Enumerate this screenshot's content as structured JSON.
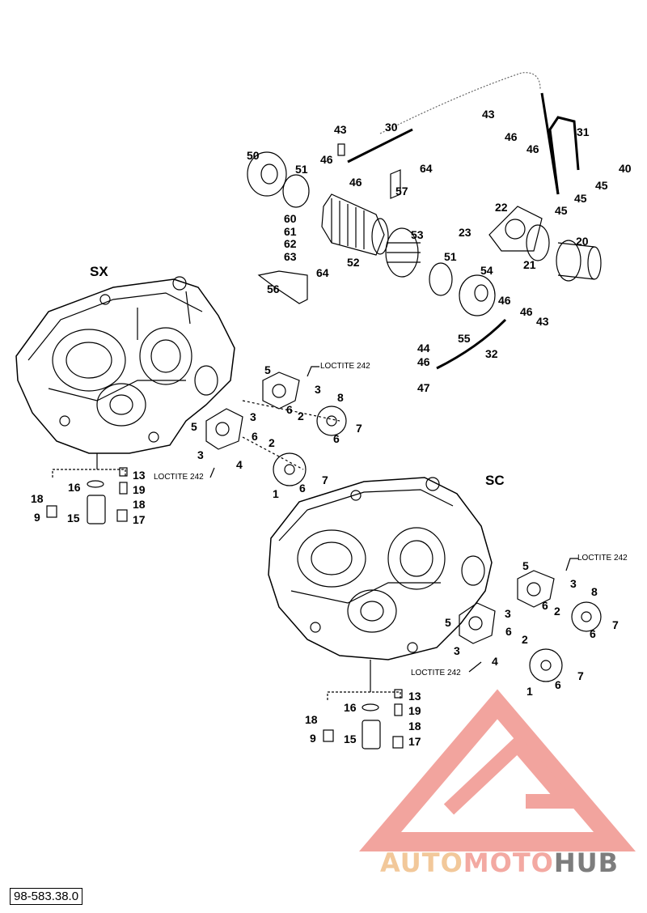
{
  "diagram": {
    "title_sx": "SX",
    "title_sc": "SC",
    "loctite_text": "LOCTITE 242",
    "document_id": "98-583.38.0",
    "watermark": {
      "part1": "AUTO",
      "part2": "MOTO",
      "part3": "HUB",
      "colors": [
        "#f2c89a",
        "#f3a9a2",
        "#7d7d7d"
      ]
    },
    "callouts": [
      {
        "id": "c43a",
        "text": "43"
      },
      {
        "id": "c30",
        "text": "30"
      },
      {
        "id": "c50",
        "text": "50"
      },
      {
        "id": "c46a",
        "text": "46"
      },
      {
        "id": "c51a",
        "text": "51"
      },
      {
        "id": "c46b",
        "text": "46"
      },
      {
        "id": "c64a",
        "text": "64"
      },
      {
        "id": "c57",
        "text": "57"
      },
      {
        "id": "c43b",
        "text": "43"
      },
      {
        "id": "c31",
        "text": "31"
      },
      {
        "id": "c46c",
        "text": "46"
      },
      {
        "id": "c46d",
        "text": "46"
      },
      {
        "id": "c40",
        "text": "40"
      },
      {
        "id": "c45a",
        "text": "45"
      },
      {
        "id": "c45b",
        "text": "45"
      },
      {
        "id": "c45c",
        "text": "45"
      },
      {
        "id": "c22",
        "text": "22"
      },
      {
        "id": "c23",
        "text": "23"
      },
      {
        "id": "c20",
        "text": "20"
      },
      {
        "id": "c21",
        "text": "21"
      },
      {
        "id": "c60",
        "text": "60"
      },
      {
        "id": "c61",
        "text": "61"
      },
      {
        "id": "c62",
        "text": "62"
      },
      {
        "id": "c63",
        "text": "63"
      },
      {
        "id": "c64b",
        "text": "64"
      },
      {
        "id": "c52",
        "text": "52"
      },
      {
        "id": "c53",
        "text": "53"
      },
      {
        "id": "c51b",
        "text": "51"
      },
      {
        "id": "c56",
        "text": "56"
      },
      {
        "id": "c54",
        "text": "54"
      },
      {
        "id": "c46e",
        "text": "46"
      },
      {
        "id": "c46f",
        "text": "46"
      },
      {
        "id": "c43c",
        "text": "43"
      },
      {
        "id": "c55",
        "text": "55"
      },
      {
        "id": "c44",
        "text": "44"
      },
      {
        "id": "c46g",
        "text": "46"
      },
      {
        "id": "c32",
        "text": "32"
      },
      {
        "id": "c47",
        "text": "47"
      },
      {
        "id": "s5a",
        "text": "5"
      },
      {
        "id": "s3a",
        "text": "3"
      },
      {
        "id": "s8",
        "text": "8"
      },
      {
        "id": "s6a",
        "text": "6"
      },
      {
        "id": "s2a",
        "text": "2"
      },
      {
        "id": "s6b",
        "text": "6"
      },
      {
        "id": "s7a",
        "text": "7"
      },
      {
        "id": "s5b",
        "text": "5"
      },
      {
        "id": "s3b",
        "text": "3"
      },
      {
        "id": "s6c",
        "text": "6"
      },
      {
        "id": "s2b",
        "text": "2"
      },
      {
        "id": "s3c",
        "text": "3"
      },
      {
        "id": "s4",
        "text": "4"
      },
      {
        "id": "s1",
        "text": "1"
      },
      {
        "id": "s6d",
        "text": "6"
      },
      {
        "id": "s7b",
        "text": "7"
      },
      {
        "id": "s13",
        "text": "13"
      },
      {
        "id": "s16",
        "text": "16"
      },
      {
        "id": "s19",
        "text": "19"
      },
      {
        "id": "s18a",
        "text": "18"
      },
      {
        "id": "s18b",
        "text": "18"
      },
      {
        "id": "s9",
        "text": "9"
      },
      {
        "id": "s15",
        "text": "15"
      },
      {
        "id": "s17",
        "text": "17"
      },
      {
        "id": "t5a",
        "text": "5"
      },
      {
        "id": "t3a",
        "text": "3"
      },
      {
        "id": "t8",
        "text": "8"
      },
      {
        "id": "t6a",
        "text": "6"
      },
      {
        "id": "t2a",
        "text": "2"
      },
      {
        "id": "t6b",
        "text": "6"
      },
      {
        "id": "t7a",
        "text": "7"
      },
      {
        "id": "t5b",
        "text": "5"
      },
      {
        "id": "t3b",
        "text": "3"
      },
      {
        "id": "t6c",
        "text": "6"
      },
      {
        "id": "t2b",
        "text": "2"
      },
      {
        "id": "t3c",
        "text": "3"
      },
      {
        "id": "t4",
        "text": "4"
      },
      {
        "id": "t1",
        "text": "1"
      },
      {
        "id": "t6d",
        "text": "6"
      },
      {
        "id": "t7b",
        "text": "7"
      },
      {
        "id": "t13",
        "text": "13"
      },
      {
        "id": "t16",
        "text": "16"
      },
      {
        "id": "t19",
        "text": "19"
      },
      {
        "id": "t18a",
        "text": "18"
      },
      {
        "id": "t18b",
        "text": "18"
      },
      {
        "id": "t9",
        "text": "9"
      },
      {
        "id": "t15",
        "text": "15"
      },
      {
        "id": "t17",
        "text": "17"
      }
    ]
  }
}
